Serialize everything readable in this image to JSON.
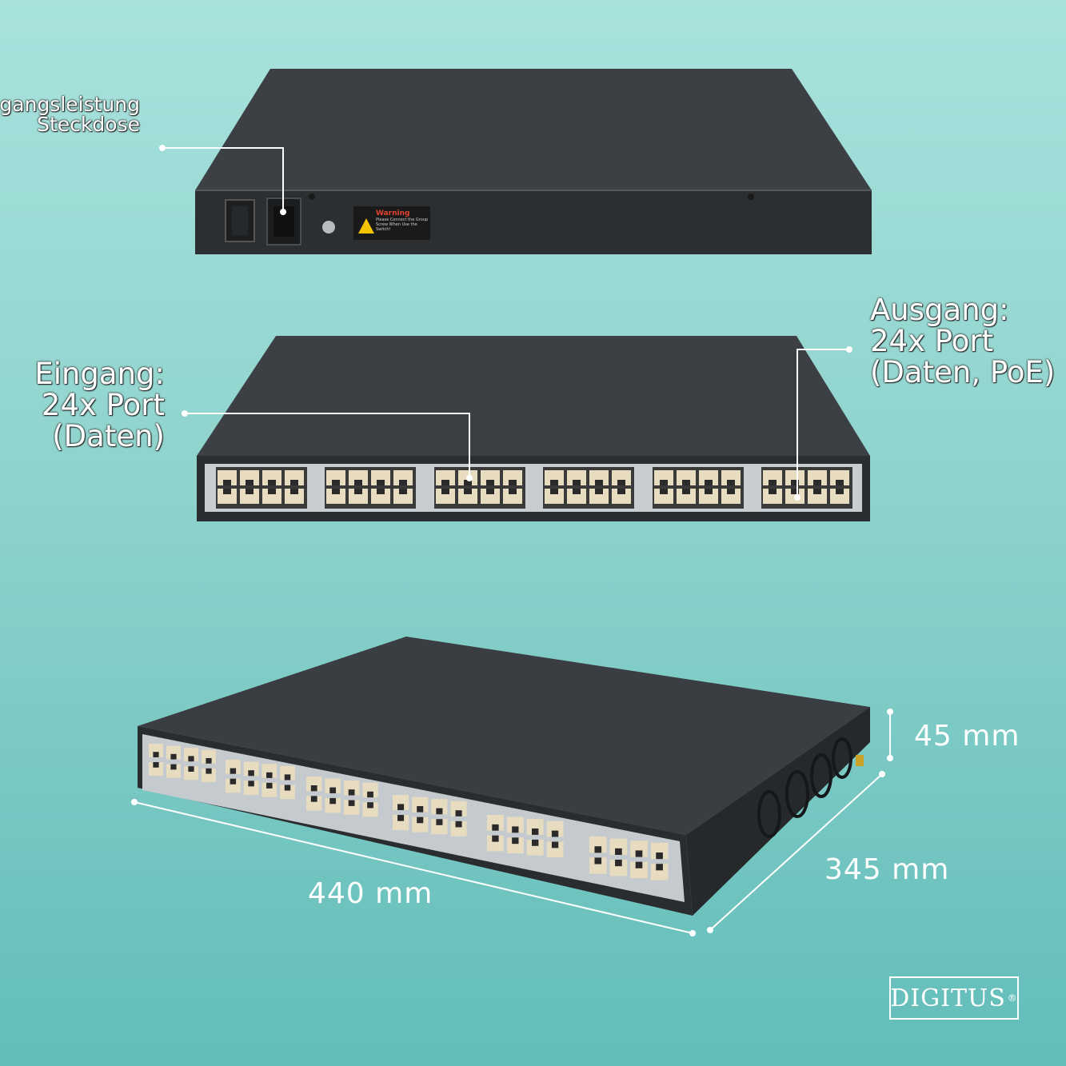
{
  "labels": {
    "power_line1": "gangsleistung",
    "power_line2": "Steckdose",
    "input_line1": "Eingang:",
    "input_line2": "24x Port",
    "input_line3": "(Daten)",
    "output_line1": "Ausgang:",
    "output_line2": "24x Port",
    "output_line3": "(Daten, PoE)"
  },
  "dimensions": {
    "height": "45 mm",
    "depth": "345 mm",
    "width": "440 mm"
  },
  "warning": {
    "title": "Warning",
    "line1": "Please Connect the Group",
    "line2": "Screw When Use the Switch!"
  },
  "brand": {
    "logo": "DIGITUS",
    "mark": "®"
  },
  "colors": {
    "device": "#2e3134",
    "device_top": "#3a3d41",
    "port": "#e8dcc0"
  }
}
